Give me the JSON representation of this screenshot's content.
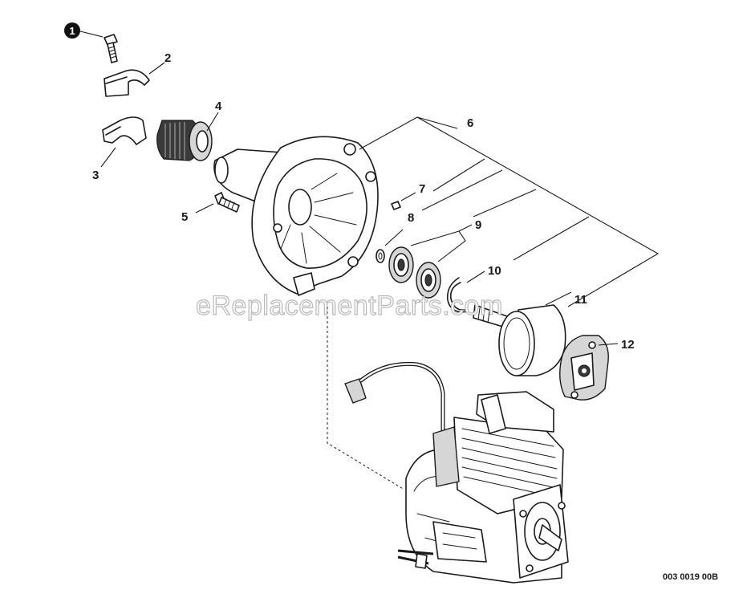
{
  "diagram": {
    "labels": {
      "p1": "1",
      "p2": "2",
      "p3": "3",
      "p4": "4",
      "p5": "5",
      "p6": "6",
      "p7": "7",
      "p8": "8",
      "p9": "9",
      "p10": "10",
      "p11": "11",
      "p12": "12"
    },
    "watermark": "eReplacementParts.com",
    "reference_code": "003 0019 00B"
  }
}
